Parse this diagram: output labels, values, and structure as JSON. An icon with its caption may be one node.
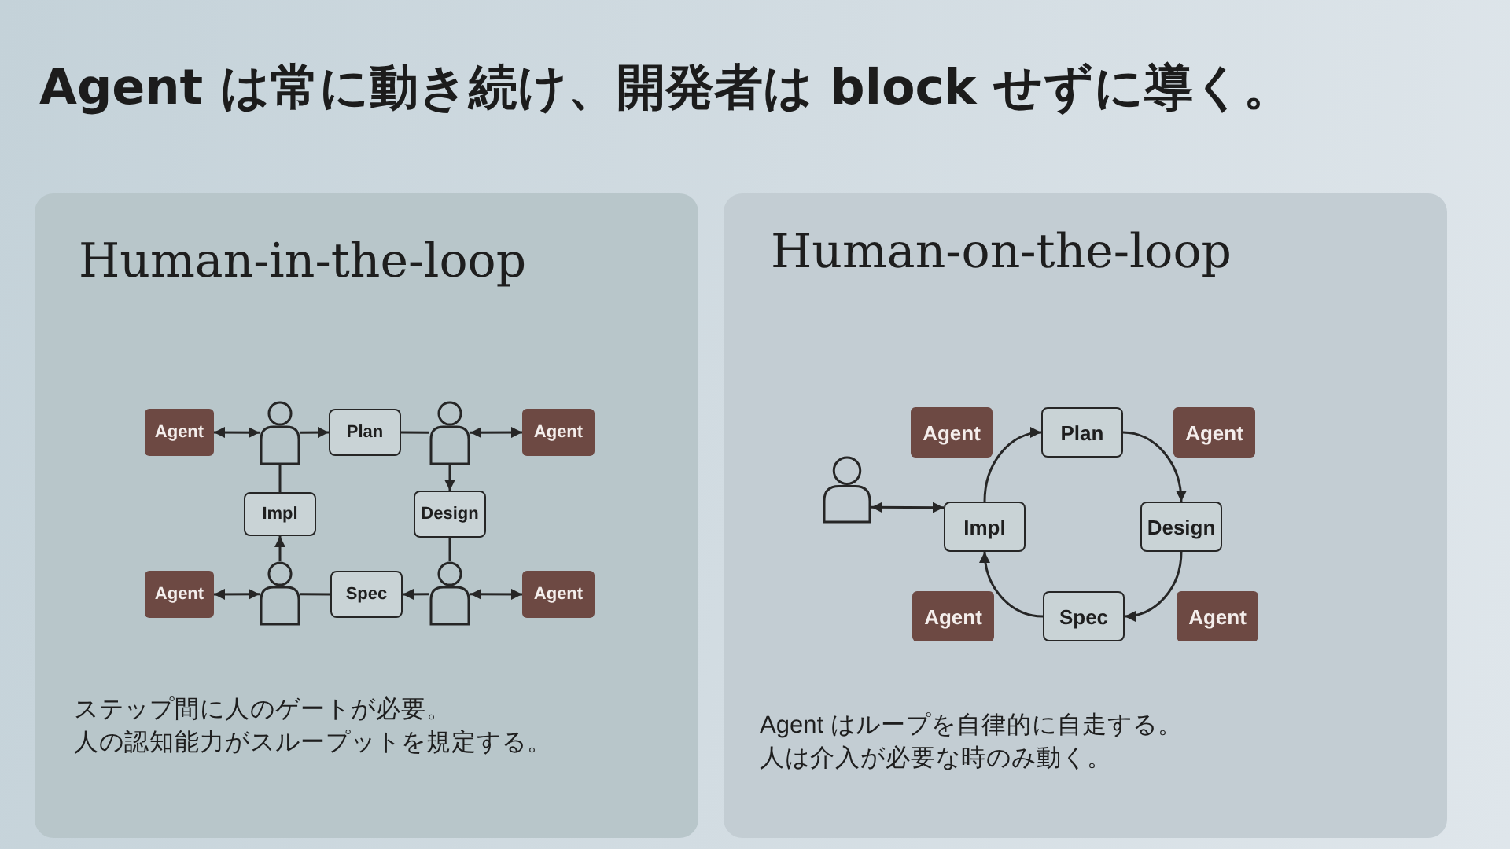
{
  "diagram": {
    "title": "Agent は常に動き続け、開発者は block せずに導く。",
    "nodes": [
      {
        "text": [
          "Human-in-the-loop",
          "ステップ間に人のゲートが必要。人の認知能力がスループットを規定する。"
        ]
      },
      {
        "text": [
          "Agent"
        ],
        "in": 0
      },
      {
        "text": [],
        "shape": "person",
        "in": 0
      },
      {
        "text": [
          "Plan"
        ],
        "in": 0
      },
      {
        "text": [],
        "shape": "person",
        "in": 0
      },
      {
        "text": [
          "Agent"
        ],
        "in": 0
      },
      {
        "text": [
          "Impl"
        ],
        "in": 0
      },
      {
        "text": [
          "Design"
        ],
        "in": 0
      },
      {
        "text": [
          "Agent"
        ],
        "in": 0
      },
      {
        "text": [],
        "shape": "person",
        "in": 0
      },
      {
        "text": [
          "Spec"
        ],
        "in": 0
      },
      {
        "text": [],
        "shape": "person",
        "in": 0
      },
      {
        "text": [
          "Agent"
        ],
        "in": 0
      },
      {
        "text": [
          "Human-on-the-loop",
          "Agent はループを自律的に自走する。人は介入が必要な時のみ動く。"
        ]
      },
      {
        "text": [
          "Agent"
        ],
        "in": 13
      },
      {
        "text": [
          "Plan"
        ],
        "in": 13
      },
      {
        "text": [
          "Agent"
        ],
        "in": 13
      },
      {
        "text": [],
        "shape": "person",
        "in": 13
      },
      {
        "text": [
          "Impl"
        ],
        "in": 13
      },
      {
        "text": [
          "Design"
        ],
        "in": 13
      },
      {
        "text": [
          "Agent"
        ],
        "in": 13
      },
      {
        "text": [
          "Spec"
        ],
        "in": 13
      },
      {
        "text": [
          "Agent"
        ],
        "in": 13
      }
    ],
    "edges": [
      {
        "from": 1,
        "to": 2,
        "arrow": "both"
      },
      {
        "from": 2,
        "to": 3,
        "arrow": "to"
      },
      {
        "from": 3,
        "to": 4,
        "arrow": "none"
      },
      {
        "from": 4,
        "to": 7,
        "arrow": "to"
      },
      {
        "from": 4,
        "to": 5,
        "arrow": "both"
      },
      {
        "from": 7,
        "to": 11,
        "arrow": "none"
      },
      {
        "from": 11,
        "to": 10,
        "arrow": "to"
      },
      {
        "from": 10,
        "to": 9,
        "arrow": "none"
      },
      {
        "from": 9,
        "to": 6,
        "arrow": "to"
      },
      {
        "from": 6,
        "to": 2,
        "arrow": "none"
      },
      {
        "from": 8,
        "to": 9,
        "arrow": "both"
      },
      {
        "from": 11,
        "to": 12,
        "arrow": "both"
      },
      {
        "from": 17,
        "to": 18,
        "arrow": "both"
      },
      {
        "from": 18,
        "to": 15,
        "arrow": "to"
      },
      {
        "from": 15,
        "to": 19,
        "arrow": "to"
      },
      {
        "from": 19,
        "to": 21,
        "arrow": "to"
      },
      {
        "from": 21,
        "to": 18,
        "arrow": "to"
      }
    ]
  }
}
